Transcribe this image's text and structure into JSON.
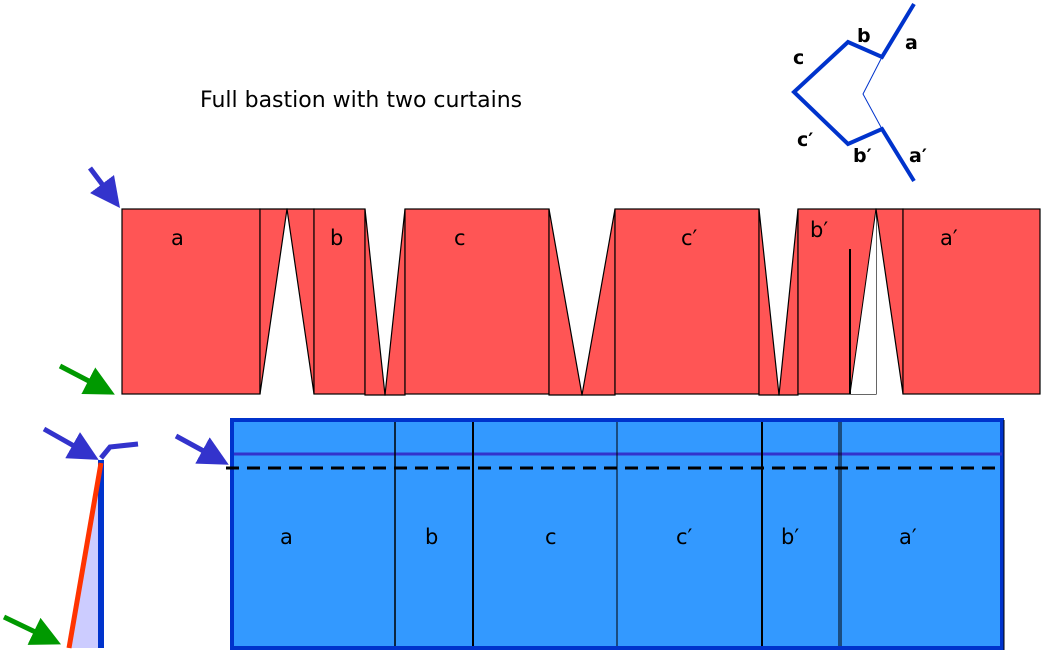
{
  "title": "Full bastion with two curtains",
  "colors": {
    "wall_red": "#ff5555",
    "wall_blue": "#3399ff",
    "outline_blue": "#0033cc",
    "arrow_blue": "#3333cc",
    "arrow_green": "#009900",
    "talus_red": "#ff3300",
    "talus_fill": "#ccccff"
  },
  "plan_icon": {
    "labels": [
      "a",
      "b",
      "c",
      "c′",
      "b′",
      "a′"
    ]
  },
  "red_development": {
    "labels": [
      "a",
      "b",
      "c",
      "c′",
      "b′",
      "a′"
    ]
  },
  "blue_elevation": {
    "labels": [
      "a",
      "b",
      "c",
      "c′",
      "b′",
      "a′"
    ]
  },
  "arrows": {
    "top_edge": "blue-arrow",
    "bottom_edge": "green-arrow"
  }
}
